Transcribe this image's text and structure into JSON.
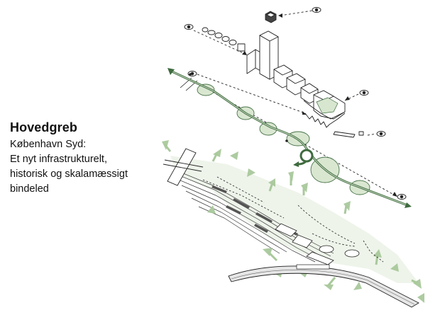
{
  "caption": {
    "title": "Hovedgreb",
    "lines": [
      "København Syd:",
      "Et nyt infrastrukturelt,",
      "historisk og skalamæssigt",
      "bindeled"
    ]
  },
  "colors": {
    "green_line": "#3f6b3f",
    "green_fill": "#d7e6cf",
    "green_arrow": "#a9c99c",
    "ink": "#222222"
  },
  "icons": [
    "eye-icon",
    "arrow-icon"
  ]
}
